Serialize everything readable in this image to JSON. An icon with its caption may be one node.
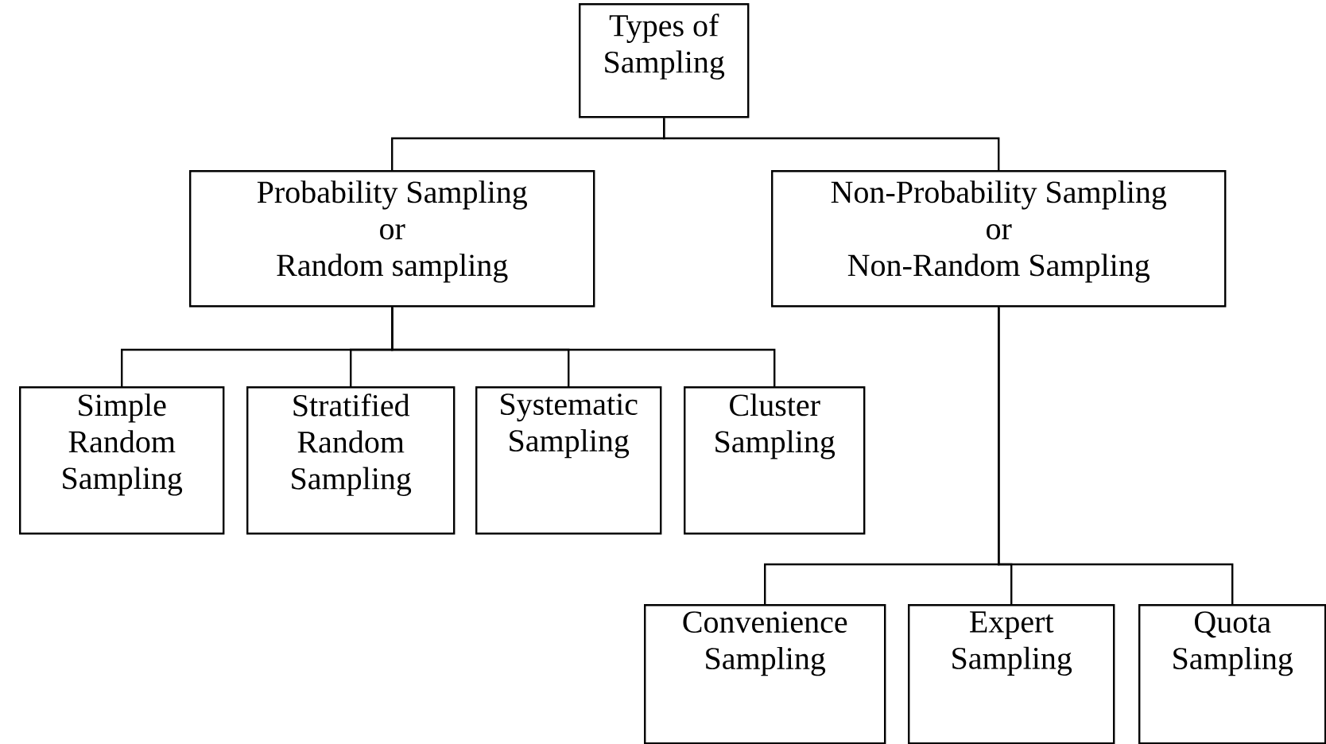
{
  "diagram": {
    "nodes": [
      {
        "text": [
          "Types of Sampling"
        ]
      },
      {
        "text": [
          "Probability Sampling or Random sampling"
        ]
      },
      {
        "text": [
          "Non-Probability Sampling or Non-Random Sampling"
        ]
      },
      {
        "text": [
          "Simple Random Sampling"
        ]
      },
      {
        "text": [
          "Stratified Random Sampling"
        ]
      },
      {
        "text": [
          "Systematic Sampling"
        ]
      },
      {
        "text": [
          "Cluster Sampling"
        ]
      },
      {
        "text": [
          "Convenience Sampling"
        ]
      },
      {
        "text": [
          "Expert Sampling"
        ]
      },
      {
        "text": [
          "Quota Sampling"
        ]
      }
    ],
    "edges": [
      {
        "from": 0,
        "to": 1,
        "arrow": "none"
      },
      {
        "from": 0,
        "to": 2,
        "arrow": "none"
      },
      {
        "from": 1,
        "to": 3,
        "arrow": "none"
      },
      {
        "from": 1,
        "to": 4,
        "arrow": "none"
      },
      {
        "from": 1,
        "to": 5,
        "arrow": "none"
      },
      {
        "from": 1,
        "to": 6,
        "arrow": "none"
      },
      {
        "from": 2,
        "to": 7,
        "arrow": "none"
      },
      {
        "from": 2,
        "to": 8,
        "arrow": "none"
      },
      {
        "from": 2,
        "to": 9,
        "arrow": "none"
      }
    ]
  }
}
